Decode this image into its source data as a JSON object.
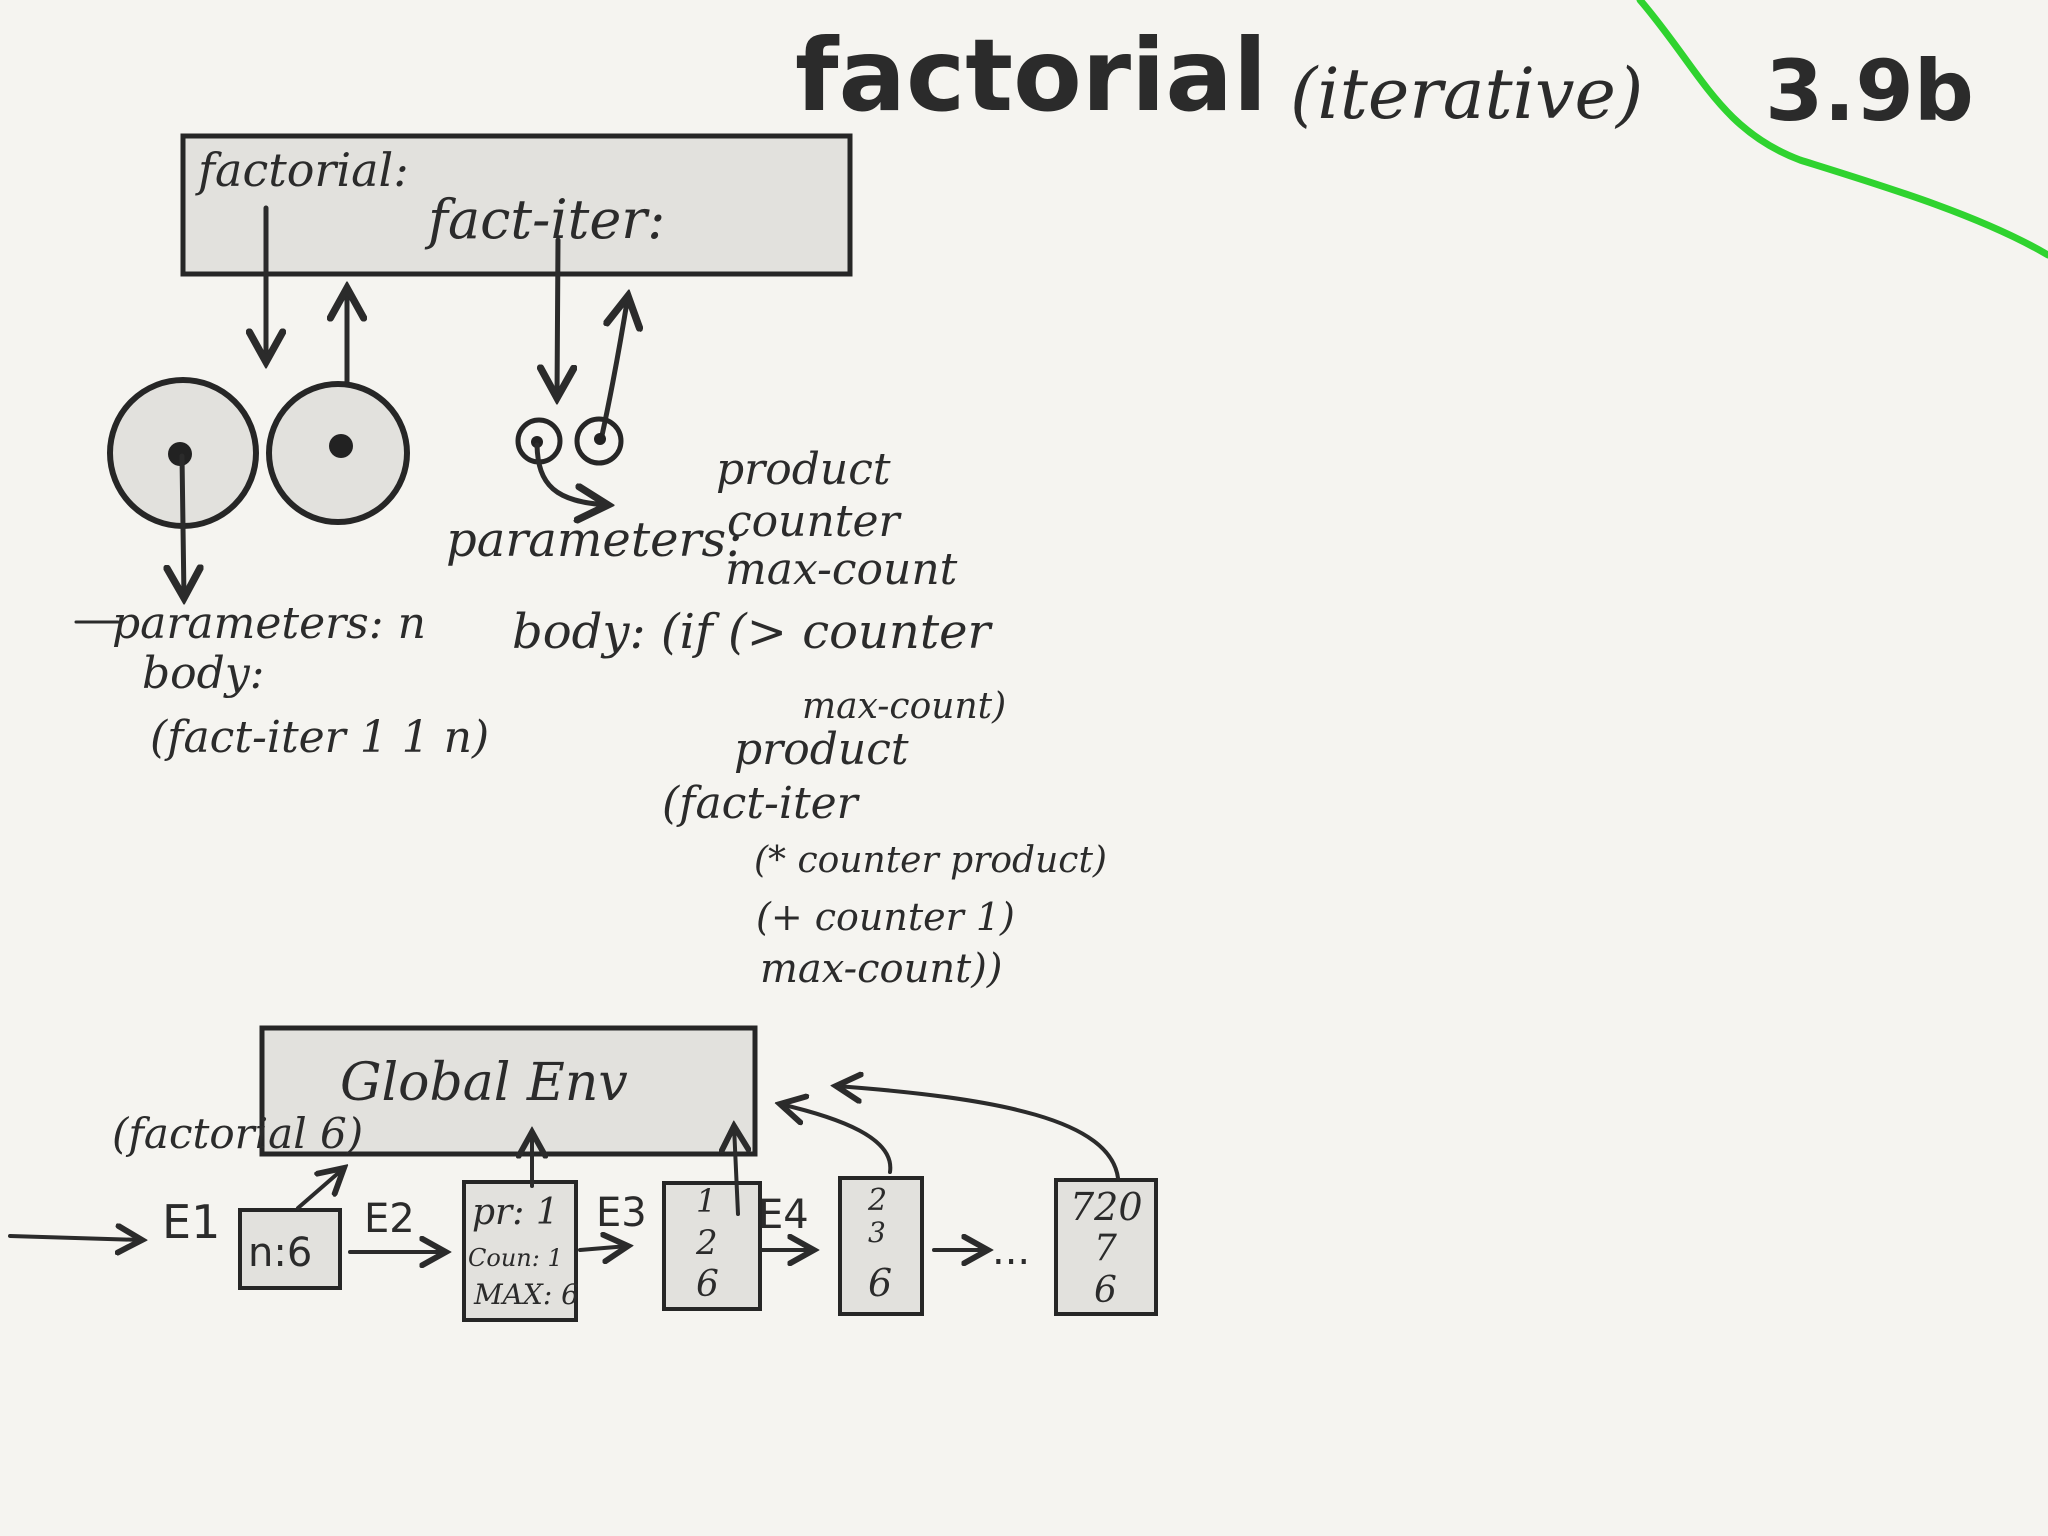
{
  "title": {
    "main": "factorial",
    "sub": "(iterative)",
    "section": "3.9b",
    "section_color": "#2fd32f"
  },
  "top_frame": {
    "factorial_label": "factorial:",
    "fact_iter_label": "fact-iter:"
  },
  "factorial_proc": {
    "params": "parameters: n",
    "body_label": "body:",
    "body_code": "(fact-iter 1 1 n)"
  },
  "fact_iter_proc": {
    "params_label": "parameters:",
    "params": [
      "product",
      "counter",
      "max-count"
    ],
    "body_lines": [
      "body: (if (> counter",
      "max-count)",
      "product",
      "(fact-iter",
      "(* counter product)",
      "(+ counter 1)",
      "max-count))"
    ]
  },
  "global_env": {
    "label": "Global Env",
    "call": "(factorial 6)"
  },
  "frames": [
    {
      "env": "E1",
      "lines": [
        "n:6"
      ]
    },
    {
      "env": "E2",
      "lines": [
        "pr: 1",
        "Coun: 1",
        "MAX: 6"
      ]
    },
    {
      "env": "E3",
      "lines": [
        "1",
        "2",
        "6"
      ]
    },
    {
      "env": "E4",
      "lines": [
        "2",
        "3",
        "6"
      ]
    },
    {
      "env": "",
      "lines": [
        "720",
        "7",
        "6"
      ]
    }
  ],
  "ellipsis": "...",
  "icons": [
    "arrow-icon",
    "procedure-object-circle"
  ]
}
